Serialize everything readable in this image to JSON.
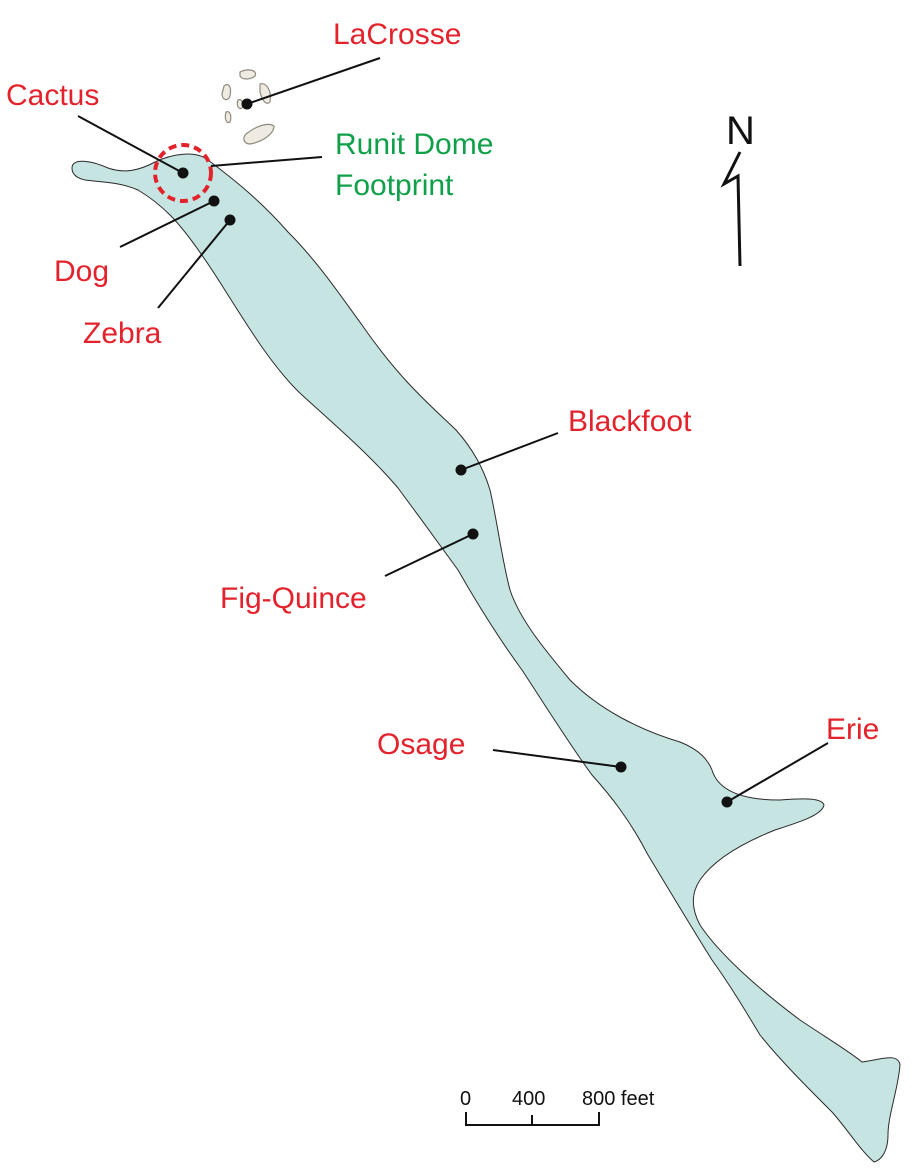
{
  "map": {
    "sites": [
      {
        "id": "lacrosse",
        "label": "LaCrosse"
      },
      {
        "id": "cactus",
        "label": "Cactus"
      },
      {
        "id": "dog",
        "label": "Dog"
      },
      {
        "id": "zebra",
        "label": "Zebra"
      },
      {
        "id": "blackfoot",
        "label": "Blackfoot"
      },
      {
        "id": "fig-quince",
        "label": "Fig-Quince"
      },
      {
        "id": "osage",
        "label": "Osage"
      },
      {
        "id": "erie",
        "label": "Erie"
      }
    ],
    "footprint": {
      "line1": "Runit Dome",
      "line2": "Footprint"
    },
    "north_arrow": {
      "letter": "N"
    },
    "scale_bar": {
      "ticks": [
        "0",
        "400",
        "800 feet"
      ]
    },
    "colors": {
      "land": "#c6e4e1",
      "site_label": "#e4222c",
      "footprint_label": "#10a04a",
      "dome_outline": "#e4222c",
      "islet": "#efebe2"
    }
  }
}
